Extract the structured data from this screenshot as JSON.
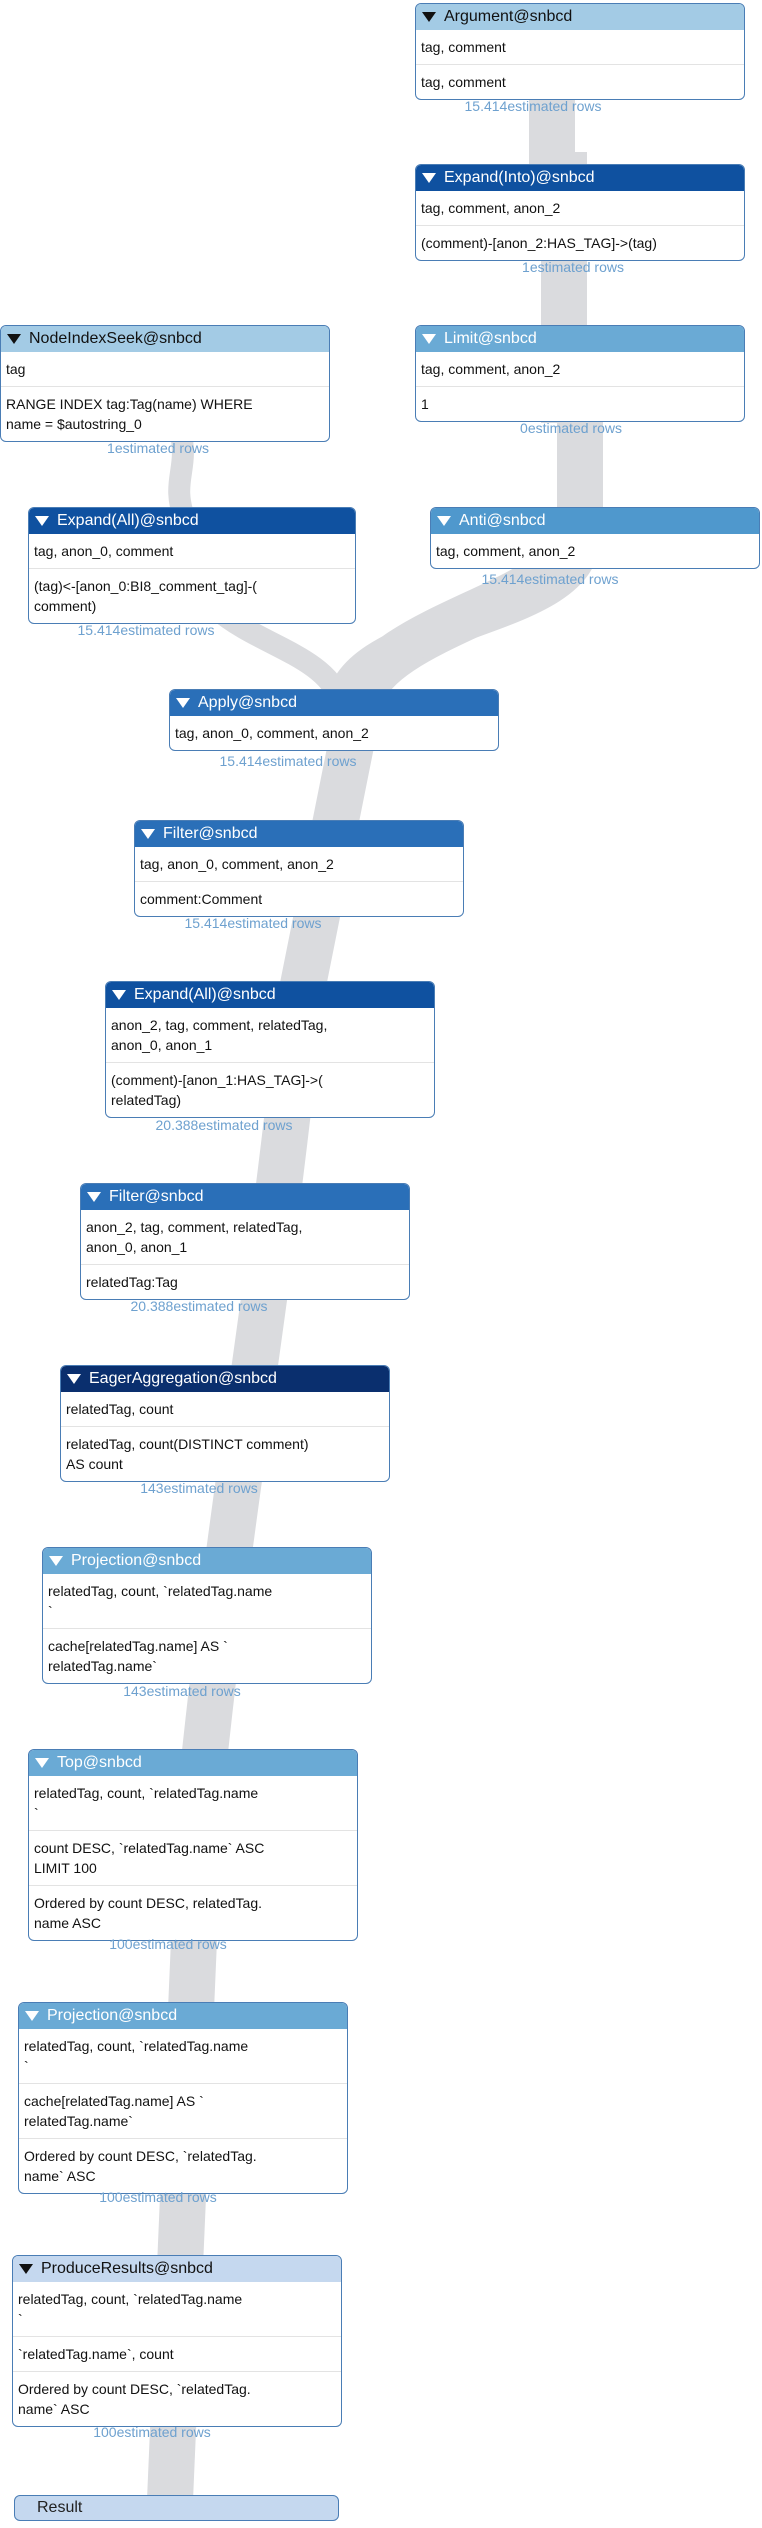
{
  "colors": {
    "flow": "#dadbde",
    "estimate_text": "#6ea1cf",
    "border": "#4a7db5"
  },
  "operators": [
    {
      "id": "argument",
      "title": "Argument@snbcd",
      "header_color": "#a3cbe5",
      "text_color": "#111111",
      "rows": [
        "tag, comment",
        "tag, comment"
      ],
      "estimate": "15.414estimated rows"
    },
    {
      "id": "expand-into",
      "title": "Expand(Into)@snbcd",
      "header_color": "#0f51a0",
      "text_color": "#ffffff",
      "rows": [
        "tag, comment, anon_2",
        "(comment)-[anon_2:HAS_TAG]->(tag)"
      ],
      "estimate": "1estimated rows"
    },
    {
      "id": "node-index-seek",
      "title": "NodeIndexSeek@snbcd",
      "header_color": "#a3cbe5",
      "text_color": "#111111",
      "rows": [
        "tag",
        "RANGE INDEX tag:Tag(name) WHERE\nname = $autostring_0"
      ],
      "estimate": "1estimated rows"
    },
    {
      "id": "limit",
      "title": "Limit@snbcd",
      "header_color": "#6aaad5",
      "text_color": "#ffffff",
      "rows": [
        "tag, comment, anon_2",
        "1"
      ],
      "estimate": "0estimated rows"
    },
    {
      "id": "expand-all-1",
      "title": "Expand(All)@snbcd",
      "header_color": "#0f51a0",
      "text_color": "#ffffff",
      "rows": [
        "tag, anon_0, comment",
        "(tag)<-[anon_0:BI8_comment_tag]-(\ncomment)"
      ],
      "estimate": "15.414estimated rows"
    },
    {
      "id": "anti",
      "title": "Anti@snbcd",
      "header_color": "#4f98cd",
      "text_color": "#ffffff",
      "rows": [
        "tag, comment, anon_2"
      ],
      "estimate": "15.414estimated rows"
    },
    {
      "id": "apply",
      "title": "Apply@snbcd",
      "header_color": "#2a6fb8",
      "text_color": "#ffffff",
      "rows": [
        "tag, anon_0, comment, anon_2"
      ],
      "estimate": "15.414estimated rows"
    },
    {
      "id": "filter-1",
      "title": "Filter@snbcd",
      "header_color": "#2a6fb8",
      "text_color": "#ffffff",
      "rows": [
        "tag, anon_0, comment, anon_2",
        "comment:Comment"
      ],
      "estimate": "15.414estimated rows"
    },
    {
      "id": "expand-all-2",
      "title": "Expand(All)@snbcd",
      "header_color": "#0f51a0",
      "text_color": "#ffffff",
      "rows": [
        "anon_2, tag, comment, relatedTag,\nanon_0, anon_1",
        "(comment)-[anon_1:HAS_TAG]->(\nrelatedTag)"
      ],
      "estimate": "20.388estimated rows"
    },
    {
      "id": "filter-2",
      "title": "Filter@snbcd",
      "header_color": "#2a6fb8",
      "text_color": "#ffffff",
      "rows": [
        "anon_2, tag, comment, relatedTag,\nanon_0, anon_1",
        "relatedTag:Tag"
      ],
      "estimate": "20.388estimated rows"
    },
    {
      "id": "eager-aggregation",
      "title": "EagerAggregation@snbcd",
      "header_color": "#0a2f6e",
      "text_color": "#ffffff",
      "rows": [
        "relatedTag, count",
        "relatedTag, count(DISTINCT comment)\nAS count"
      ],
      "estimate": "143estimated rows"
    },
    {
      "id": "projection-1",
      "title": "Projection@snbcd",
      "header_color": "#6aaad5",
      "text_color": "#ffffff",
      "rows": [
        "relatedTag, count, `relatedTag.name\n`",
        "cache[relatedTag.name] AS `\nrelatedTag.name`"
      ],
      "estimate": "143estimated rows"
    },
    {
      "id": "top",
      "title": "Top@snbcd",
      "header_color": "#6aaad5",
      "text_color": "#ffffff",
      "rows": [
        "relatedTag, count, `relatedTag.name\n`",
        "count DESC, `relatedTag.name` ASC\nLIMIT 100",
        "Ordered by count DESC, relatedTag.\nname ASC"
      ],
      "estimate": "100estimated rows"
    },
    {
      "id": "projection-2",
      "title": "Projection@snbcd",
      "header_color": "#6aaad5",
      "text_color": "#ffffff",
      "rows": [
        "relatedTag, count, `relatedTag.name\n`",
        "cache[relatedTag.name] AS `\nrelatedTag.name`",
        "Ordered by count DESC, `relatedTag.\nname` ASC"
      ],
      "estimate": "100estimated rows"
    },
    {
      "id": "produce-results",
      "title": "ProduceResults@snbcd",
      "header_color": "#c5d8ef",
      "text_color": "#111111",
      "rows": [
        "relatedTag, count, `relatedTag.name\n`",
        "`relatedTag.name`, count",
        "Ordered by count DESC, `relatedTag.\nname` ASC"
      ],
      "estimate": "100estimated rows"
    }
  ],
  "result_label": "Result"
}
